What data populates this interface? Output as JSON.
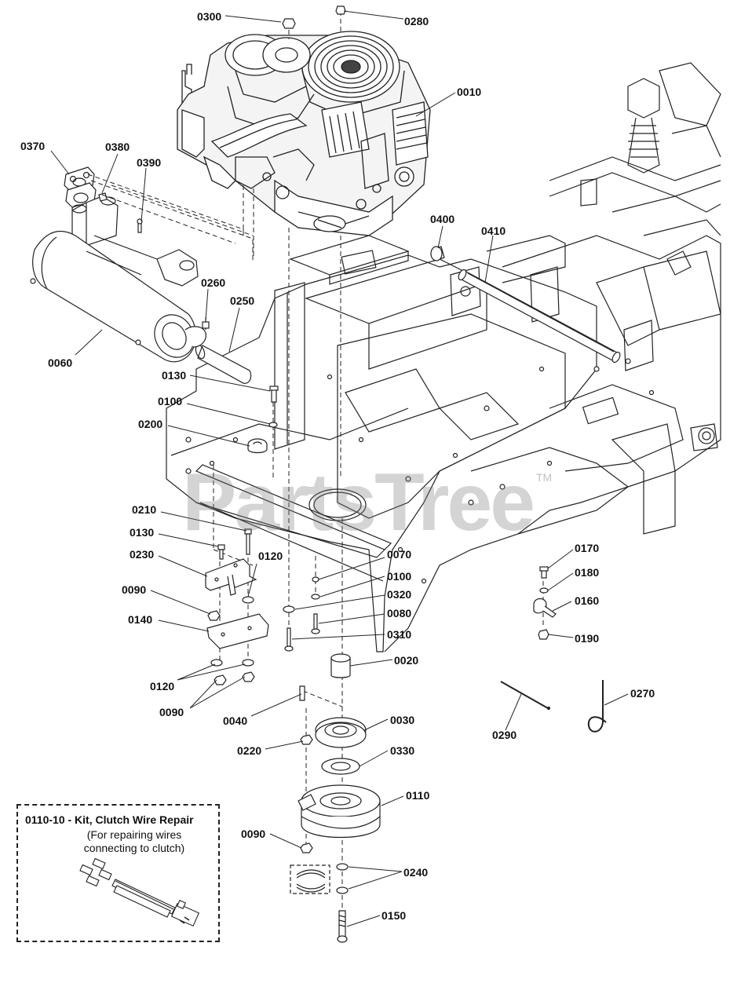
{
  "watermark": {
    "text": "PartsTree",
    "tm": "TM"
  },
  "kit": {
    "title": "0110-10 - Kit, Clutch Wire Repair",
    "description_line1": "(For repairing wires",
    "description_line2": "connecting to clutch)"
  },
  "callouts": {
    "c0300": "0300",
    "c0280": "0280",
    "c0010": "0010",
    "c0370": "0370",
    "c0380": "0380",
    "c0390": "0390",
    "c0400": "0400",
    "c0410": "0410",
    "c0260": "0260",
    "c0250": "0250",
    "c0060": "0060",
    "c0130a": "0130",
    "c0100a": "0100",
    "c0200": "0200",
    "c0210": "0210",
    "c0130b": "0130",
    "c0230": "0230",
    "c0120a": "0120",
    "c0090a": "0090",
    "c0140": "0140",
    "c0120b": "0120",
    "c0090b": "0090",
    "c0070": "0070",
    "c0100b": "0100",
    "c0320": "0320",
    "c0080": "0080",
    "c0310": "0310",
    "c0020": "0020",
    "c0040": "0040",
    "c0030": "0030",
    "c0220": "0220",
    "c0330": "0330",
    "c0110": "0110",
    "c0090c": "0090",
    "c0240": "0240",
    "c0150": "0150",
    "c0170": "0170",
    "c0180": "0180",
    "c0160": "0160",
    "c0190": "0190",
    "c0290": "0290",
    "c0270": "0270"
  }
}
